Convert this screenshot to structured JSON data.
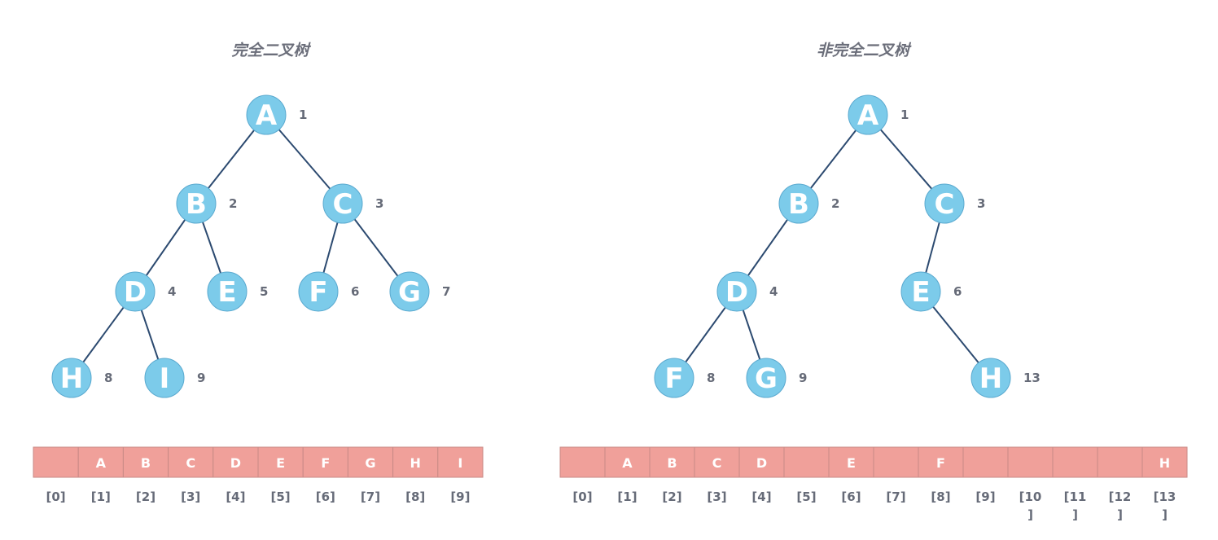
{
  "complete_tree": {
    "title": "完全二叉树",
    "nodes": [
      {
        "id": "A",
        "label": "A",
        "index": "1"
      },
      {
        "id": "B",
        "label": "B",
        "index": "2"
      },
      {
        "id": "C",
        "label": "C",
        "index": "3"
      },
      {
        "id": "D",
        "label": "D",
        "index": "4"
      },
      {
        "id": "E",
        "label": "E",
        "index": "5"
      },
      {
        "id": "F",
        "label": "F",
        "index": "6"
      },
      {
        "id": "G",
        "label": "G",
        "index": "7"
      },
      {
        "id": "H",
        "label": "H",
        "index": "8"
      },
      {
        "id": "I",
        "label": "I",
        "index": "9"
      }
    ],
    "edges": [
      [
        "A",
        "B"
      ],
      [
        "A",
        "C"
      ],
      [
        "B",
        "D"
      ],
      [
        "B",
        "E"
      ],
      [
        "C",
        "F"
      ],
      [
        "C",
        "G"
      ],
      [
        "D",
        "H"
      ],
      [
        "D",
        "I"
      ]
    ],
    "array": {
      "cells": [
        "",
        "A",
        "B",
        "C",
        "D",
        "E",
        "F",
        "G",
        "H",
        "I"
      ],
      "indices": [
        "[0]",
        "[1]",
        "[2]",
        "[3]",
        "[4]",
        "[5]",
        "[6]",
        "[7]",
        "[8]",
        "[9]"
      ]
    }
  },
  "incomplete_tree": {
    "title": "非完全二叉树",
    "nodes": [
      {
        "id": "A",
        "label": "A",
        "index": "1"
      },
      {
        "id": "B",
        "label": "B",
        "index": "2"
      },
      {
        "id": "C",
        "label": "C",
        "index": "3"
      },
      {
        "id": "D",
        "label": "D",
        "index": "4"
      },
      {
        "id": "E",
        "label": "E",
        "index": "6"
      },
      {
        "id": "F",
        "label": "F",
        "index": "8"
      },
      {
        "id": "G",
        "label": "G",
        "index": "9"
      },
      {
        "id": "H",
        "label": "H",
        "index": "13"
      }
    ],
    "edges": [
      [
        "A",
        "B"
      ],
      [
        "A",
        "C"
      ],
      [
        "B",
        "D"
      ],
      [
        "C",
        "E"
      ],
      [
        "D",
        "F"
      ],
      [
        "D",
        "G"
      ],
      [
        "E",
        "H"
      ]
    ],
    "array": {
      "cells": [
        "",
        "A",
        "B",
        "C",
        "D",
        "",
        "E",
        "",
        "F",
        "",
        "",
        "",
        "",
        "H"
      ],
      "indices": [
        "[0]",
        "[1]",
        "[2]",
        "[3]",
        "[4]",
        "[5]",
        "[6]",
        "[7]",
        "[8]",
        "[9]",
        "[10]",
        "[11]",
        "[12]",
        "[13]"
      ]
    }
  },
  "colors": {
    "node_fill": "#7ccbea",
    "edge": "#2c4a70",
    "cell_fill": "#f0a09a",
    "text_gray": "#666b78"
  }
}
